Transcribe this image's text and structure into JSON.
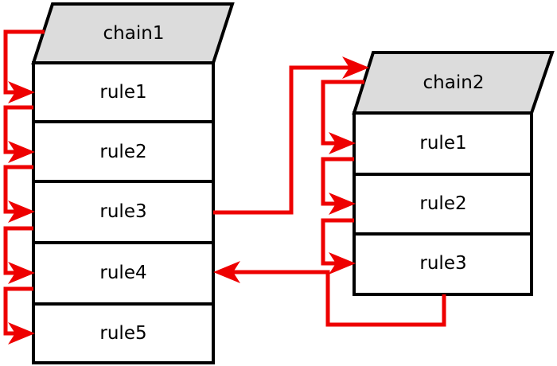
{
  "diagram": {
    "description": "Packet traversal of user-defined firewall chains: chain1 jumps to chain2 at rule3, chain2 returns to chain1 rule4",
    "colors": {
      "background": "#ffffff",
      "arrow": "#ee0000",
      "chain_header_fill": "#dcdcdc",
      "box_fill": "#ffffff",
      "line": "#000000",
      "text": "#000000"
    },
    "chains": [
      {
        "name": "chain1",
        "rules": [
          "rule1",
          "rule2",
          "rule3",
          "rule4",
          "rule5"
        ]
      },
      {
        "name": "chain2",
        "rules": [
          "rule1",
          "rule2",
          "rule3"
        ]
      }
    ],
    "connections": [
      {
        "from": "chain1",
        "to": "chain1.rule1"
      },
      {
        "from": "chain1.rule1",
        "to": "chain1.rule2"
      },
      {
        "from": "chain1.rule2",
        "to": "chain1.rule3"
      },
      {
        "from": "chain1.rule3",
        "to": "chain1.rule4"
      },
      {
        "from": "chain1.rule4",
        "to": "chain1.rule5"
      },
      {
        "from": "chain1.rule3",
        "to": "chain2",
        "kind": "jump"
      },
      {
        "from": "chain2",
        "to": "chain2.rule1"
      },
      {
        "from": "chain2.rule1",
        "to": "chain2.rule2"
      },
      {
        "from": "chain2.rule2",
        "to": "chain2.rule3"
      },
      {
        "from": "chain2.rule3",
        "to": "chain1.rule4",
        "kind": "return"
      }
    ]
  }
}
